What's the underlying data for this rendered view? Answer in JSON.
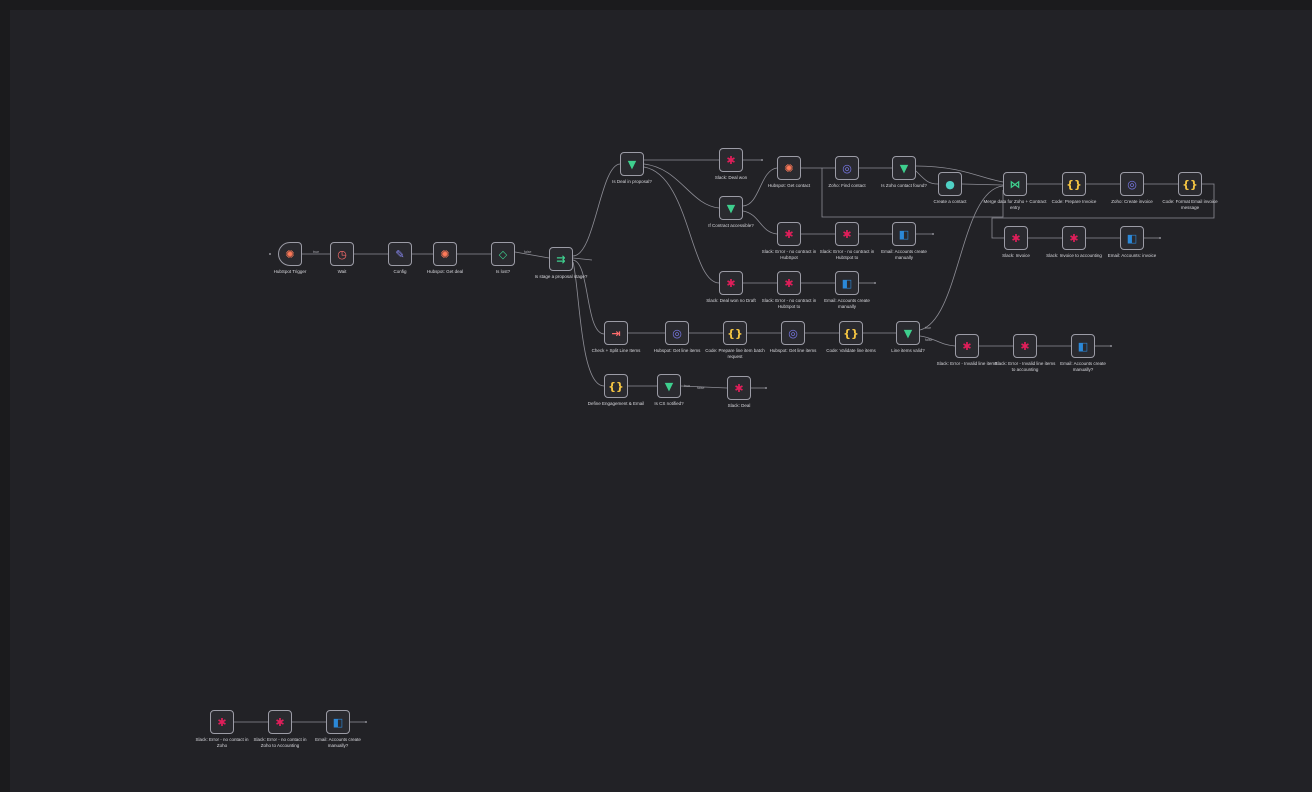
{
  "colors": {
    "canvas": "#222226",
    "frame": "#1a1a1c",
    "node_bg": "#2a2a2f",
    "node_border": "#9c9ca6",
    "wire": "#8e8e96",
    "label": "#d9d9de",
    "hubspot": "#ff7a59",
    "slack": "#e01e5a",
    "filter": "#3ecf8e",
    "code": "#f5c542",
    "http": "#7c7cf0",
    "outlook": "#2b88d8",
    "loop": "#4fd1c5",
    "gear": "#ff6d6d",
    "edit": "#8a8af5"
  },
  "nodes": [
    {
      "id": "hubspot-trigger",
      "label": "HubSpot Trigger",
      "sub": "",
      "icon": "✺",
      "color": "#ff7a59",
      "trigger": true
    },
    {
      "id": "wait",
      "label": "Wait",
      "sub": "",
      "icon": "◷",
      "color": "#ff6d6d"
    },
    {
      "id": "config",
      "label": "Config",
      "sub": "",
      "icon": "✎",
      "color": "#8a8af5"
    },
    {
      "id": "hubspot-get-deal",
      "label": "Hubspot: Get deal",
      "sub": "",
      "icon": "✺",
      "color": "#ff7a59"
    },
    {
      "id": "is-lost",
      "label": "Is lost?",
      "sub": "",
      "icon": "◇",
      "color": "#3ecf8e"
    },
    {
      "id": "stage-switch",
      "label": "Is stage a proposal stage?",
      "sub": "",
      "icon": "⇉",
      "color": "#3ecf8e"
    },
    {
      "id": "is-deal-proposal",
      "label": "Is Deal in proposal?",
      "sub": "",
      "icon": "▼",
      "color": "#3ecf8e"
    },
    {
      "id": "slack-deal-won",
      "label": "Slack: Deal won",
      "sub": "",
      "icon": "✱",
      "color": "#e01e5a"
    },
    {
      "id": "if-contract-accessible",
      "label": "If Contract accessible?",
      "sub": "",
      "icon": "▼",
      "color": "#3ecf8e"
    },
    {
      "id": "hubspot-get-contact",
      "label": "Hubspot: Get contact",
      "sub": "",
      "icon": "✺",
      "color": "#ff7a59"
    },
    {
      "id": "zoho-find-contact",
      "label": "Zoho: Find contact",
      "sub": "",
      "icon": "◎",
      "color": "#7c7cf0"
    },
    {
      "id": "is-zoho-contact-found",
      "label": "Is Zoho contact found?",
      "sub": "",
      "icon": "▼",
      "color": "#3ecf8e"
    },
    {
      "id": "create-contact",
      "label": "Create a contact",
      "sub": "",
      "icon": "●",
      "color": "#4fd1c5"
    },
    {
      "id": "merge-data",
      "label": "Merge data for Zoho + Contract entry",
      "sub": "",
      "icon": "⋈",
      "color": "#3ecf8e"
    },
    {
      "id": "code-prepare-invoice",
      "label": "Code: Prepare Invoice",
      "sub": "",
      "icon": "{}",
      "color": "#f5c542"
    },
    {
      "id": "zoho-create-invoice",
      "label": "Zoho: Create invoice",
      "sub": "",
      "icon": "◎",
      "color": "#7c7cf0"
    },
    {
      "id": "code-format-email",
      "label": "Code: Format Email invoice message",
      "sub": "",
      "icon": "{}",
      "color": "#f5c542"
    },
    {
      "id": "slack-error-hubspot",
      "label": "Slack: Error - no contract in HubSpot",
      "sub": "",
      "icon": "✱",
      "color": "#e01e5a"
    },
    {
      "id": "slack-error-hubspot-2",
      "label": "Slack: Error - no contract in HubSpot to",
      "sub": "",
      "icon": "✱",
      "color": "#e01e5a"
    },
    {
      "id": "email-accounts-1",
      "label": "Email: Accounts create manually",
      "sub": "",
      "icon": "◧",
      "color": "#2b88d8"
    },
    {
      "id": "slack-invoice",
      "label": "Slack: Invoice",
      "sub": "",
      "icon": "✱",
      "color": "#e01e5a"
    },
    {
      "id": "slack-invoice-accounting",
      "label": "Slack: Invoice to accounting",
      "sub": "",
      "icon": "✱",
      "color": "#e01e5a"
    },
    {
      "id": "email-accounts-invoice",
      "label": "Email: Accounts: invoice",
      "sub": "",
      "icon": "◧",
      "color": "#2b88d8"
    },
    {
      "id": "slack-deal-lost",
      "label": "Slack: Deal won no Draft",
      "sub": "",
      "icon": "✱",
      "color": "#e01e5a"
    },
    {
      "id": "slack-error-hubspot-3",
      "label": "Slack: Error - no contract in HubSpot to",
      "sub": "",
      "icon": "✱",
      "color": "#e01e5a"
    },
    {
      "id": "email-accounts-2",
      "label": "Email: Accounts create manually",
      "sub": "",
      "icon": "◧",
      "color": "#2b88d8"
    },
    {
      "id": "check-split-line",
      "label": "Check + Split Line Items",
      "sub": "",
      "icon": "⇥",
      "color": "#ff6d6d"
    },
    {
      "id": "hubspot-get-line",
      "label": "Hubspot: Get line items",
      "sub": "",
      "icon": "◎",
      "color": "#7c7cf0"
    },
    {
      "id": "code-prepare-line",
      "label": "Code: Prepare line item batch request",
      "sub": "",
      "icon": "{}",
      "color": "#f5c542"
    },
    {
      "id": "hubspot-get-line-2",
      "label": "Hubspot: Get line items",
      "sub": "",
      "icon": "◎",
      "color": "#7c7cf0"
    },
    {
      "id": "code-validate-line",
      "label": "Code: Validate line items",
      "sub": "",
      "icon": "{}",
      "color": "#f5c542"
    },
    {
      "id": "line-items-valid",
      "label": "Line items valid?",
      "sub": "",
      "icon": "▼",
      "color": "#3ecf8e"
    },
    {
      "id": "slack-error-invalid",
      "label": "Slack: Error - Invalid line items",
      "sub": "",
      "icon": "✱",
      "color": "#e01e5a"
    },
    {
      "id": "slack-error-invalid-2",
      "label": "Slack: Error - Invalid line items to accounting",
      "sub": "",
      "icon": "✱",
      "color": "#e01e5a"
    },
    {
      "id": "email-accounts-3",
      "label": "Email: Accounts create manually?",
      "sub": "",
      "icon": "◧",
      "color": "#2b88d8"
    },
    {
      "id": "define-engagement",
      "label": "Define Engagement & Email",
      "sub": "",
      "icon": "{}",
      "color": "#f5c542"
    },
    {
      "id": "is-cs-notified",
      "label": "Is CS notified?",
      "sub": "",
      "icon": "▼",
      "color": "#3ecf8e"
    },
    {
      "id": "slack-deal",
      "label": "Slack: Deal",
      "sub": "",
      "icon": "✱",
      "color": "#e01e5a"
    },
    {
      "id": "slack-error-zoho",
      "label": "Slack: Error - no contact in Zoho",
      "sub": "",
      "icon": "✱",
      "color": "#e01e5a"
    },
    {
      "id": "slack-error-zoho-2",
      "label": "Slack: Error - no contact in Zoho to Accounting",
      "sub": "",
      "icon": "✱",
      "color": "#e01e5a"
    },
    {
      "id": "email-accounts-4",
      "label": "Email: Accounts create manually?",
      "sub": "",
      "icon": "◧",
      "color": "#2b88d8"
    }
  ],
  "edge_labels": [
    "true",
    "false",
    "true",
    "false",
    "true",
    "false"
  ]
}
